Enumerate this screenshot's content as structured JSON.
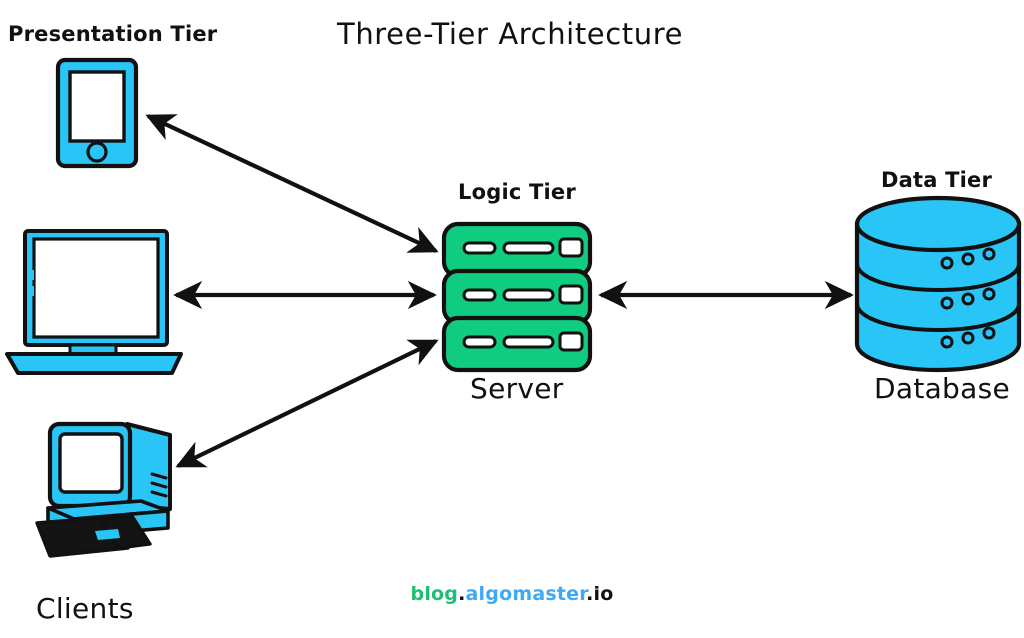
{
  "diagram": {
    "title": "Three-Tier Architecture",
    "background": "#ffffff",
    "stroke": "#111111",
    "colors": {
      "client_cyan": "#29C5F6",
      "server_green": "#10CC80",
      "database_cyan": "#29C5F6",
      "keyboard_dark": "#141414",
      "screen_white": "#ffffff",
      "outline": "#111111"
    },
    "tiers": [
      {
        "id": "presentation",
        "tier_label": "Presentation Tier",
        "name_label": "Clients"
      },
      {
        "id": "logic",
        "tier_label": "Logic Tier",
        "name_label": "Server"
      },
      {
        "id": "data",
        "tier_label": "Data Tier",
        "name_label": "Database"
      }
    ],
    "nodes": [
      {
        "id": "phone",
        "icon": "mobile-phone-icon",
        "tier": "presentation"
      },
      {
        "id": "laptop",
        "icon": "laptop-icon",
        "tier": "presentation"
      },
      {
        "id": "desktop",
        "icon": "desktop-computer-icon",
        "tier": "presentation"
      },
      {
        "id": "server",
        "icon": "server-rack-icon",
        "tier": "logic"
      },
      {
        "id": "database",
        "icon": "database-cylinder-icon",
        "tier": "data"
      }
    ],
    "connections": [
      {
        "id": "phone-server",
        "from": "phone",
        "to": "server",
        "style": "double-arrow"
      },
      {
        "id": "laptop-server",
        "from": "laptop",
        "to": "server",
        "style": "double-arrow"
      },
      {
        "id": "desktop-server",
        "from": "desktop",
        "to": "server",
        "style": "double-arrow"
      },
      {
        "id": "server-database",
        "from": "server",
        "to": "database",
        "style": "double-arrow"
      }
    ],
    "server_units": 3,
    "database_discs": 3,
    "database_dots_per_disc": 3
  },
  "labels": {
    "title": "Three-Tier Architecture",
    "presentation_tier": "Presentation Tier",
    "logic_tier": "Logic Tier",
    "data_tier": "Data Tier",
    "clients": "Clients",
    "server": "Server",
    "database": "Database"
  },
  "watermark": {
    "part1": "blog",
    "dot1": ".",
    "part2": "algomaster",
    "part3": ".io",
    "color_blog": "#1DBF73",
    "color_algomaster": "#3FA9F5",
    "color_io": "#111111"
  }
}
